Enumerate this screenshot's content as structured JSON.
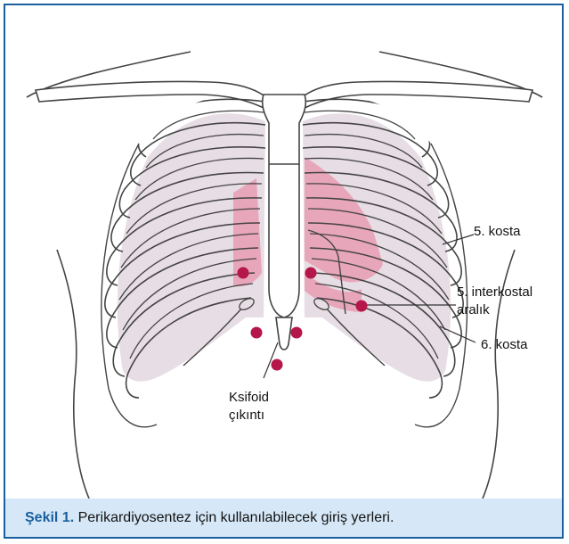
{
  "labels": {
    "rib5": "5. kosta",
    "intercostal_line1": "5. interkostal",
    "intercostal_line2": "aralık",
    "rib6": "6. kosta",
    "xiphoid_line1": "Ksifoid",
    "xiphoid_line2": "çıkıntı"
  },
  "caption": {
    "number": "Şekil 1.",
    "text": "Perikardiyosentez için kullanılabilecek giriş yerleri."
  },
  "colors": {
    "frame_border": "#1a5fa0",
    "caption_background": "#d6e8f7",
    "caption_number": "#1a5fa0",
    "entry_point": "#b5174a",
    "heart_area": "#e8a6bb",
    "lung_area": "#e7dde4",
    "outline": "#444444"
  },
  "entry_points_count": 6
}
